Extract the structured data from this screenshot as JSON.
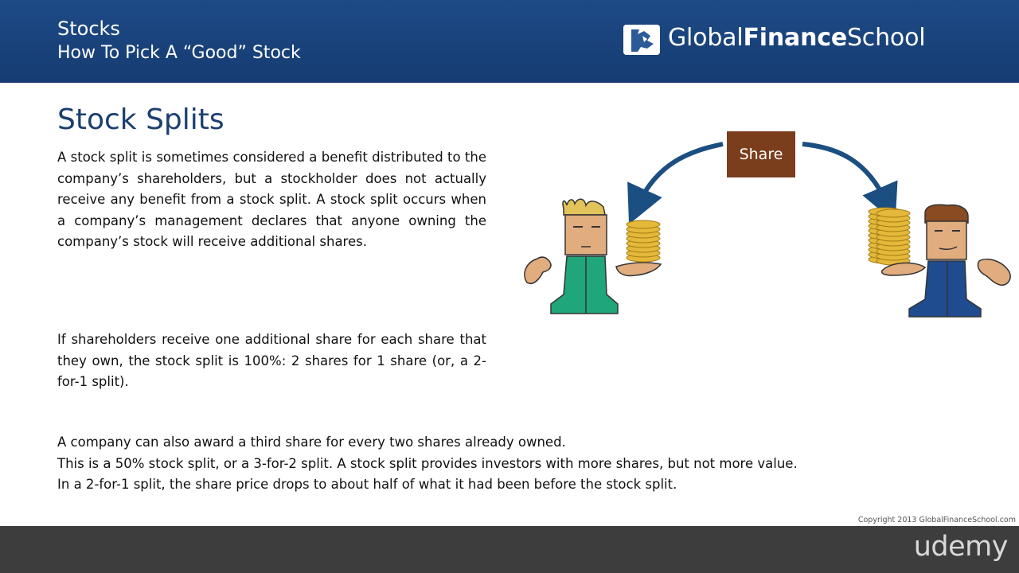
{
  "header": {
    "title": "Stocks",
    "subtitle": "How To Pick A “Good” Stock",
    "logo": {
      "part1": "Global",
      "part2": "Finance",
      "part3": "School"
    }
  },
  "slide": {
    "title": "Stock Splits",
    "paragraph1": "A stock split is sometimes considered a benefit distributed to the company’s shareholders, but a stockholder does not actually receive any benefit from a stock split. A stock split occurs when a company’s management declares that anyone owning the company’s stock will receive additional shares.",
    "paragraph2": "If shareholders receive one additional share for each share that they own, the stock split is 100%:   2 shares for 1 share (or, a 2-for-1 split).",
    "paragraph3": [
      "A company can also award a third share for every two shares already owned.",
      "This is a 50% stock split, or a 3-for-2 split. A stock split provides investors with more shares, but not more value.",
      "In a 2-for-1 split, the share price drops to about half of what it had been before the stock split."
    ]
  },
  "illustration": {
    "share_label": "Share"
  },
  "copyright": "Copyright 2013 GlobalFinanceSchool.com",
  "footer": {
    "brand": "udemy"
  }
}
